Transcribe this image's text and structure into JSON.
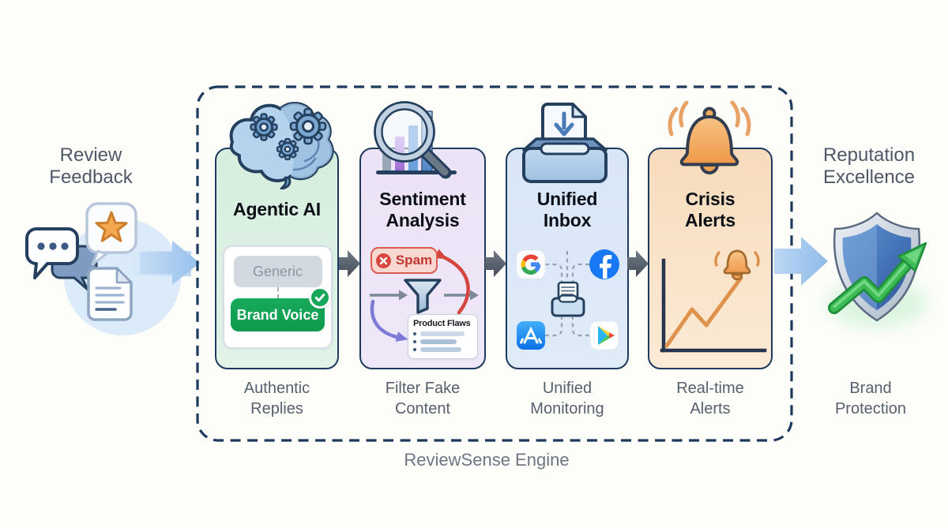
{
  "input": {
    "label": "Review Feedback",
    "icons": [
      "chat-bubbles",
      "star-review",
      "document"
    ]
  },
  "cards": [
    {
      "title": "Agentic AI",
      "caption": "Authentic Replies",
      "icon": "brain-gears",
      "voice_options": {
        "generic": "Generic",
        "brand": "Brand Voice"
      }
    },
    {
      "title": "Sentiment Analysis",
      "caption": "Filter Fake Content",
      "icon": "magnifier-bar-chart",
      "labels": {
        "spam": "Spam",
        "flaws": "Product Flaws"
      }
    },
    {
      "title": "Unified Inbox",
      "caption": "Unified Monitoring",
      "icon": "inbox-tray",
      "sources": [
        "google",
        "facebook",
        "app-store",
        "google-play"
      ]
    },
    {
      "title": "Crisis Alerts",
      "caption": "Real-time Alerts",
      "icon": "alert-bell"
    }
  ],
  "output": {
    "label": "Reputation Excellence",
    "caption": "Brand Protection",
    "icon": "shield-growth-arrow"
  },
  "engine": {
    "label": "ReviewSense Engine"
  },
  "colors": {
    "boundary_navy": "#1d3a5e",
    "card_green": "#d9efe2",
    "card_purple": "#ece4f6",
    "card_blue": "#dce8f7",
    "card_orange": "#f9e3c9",
    "accent_green": "#13a356",
    "accent_red": "#d4453e",
    "accent_orange": "#e8944e",
    "flow_blue": "#a9cdf0",
    "flow_gray": "#57616d",
    "text_gray": "#57606d"
  }
}
